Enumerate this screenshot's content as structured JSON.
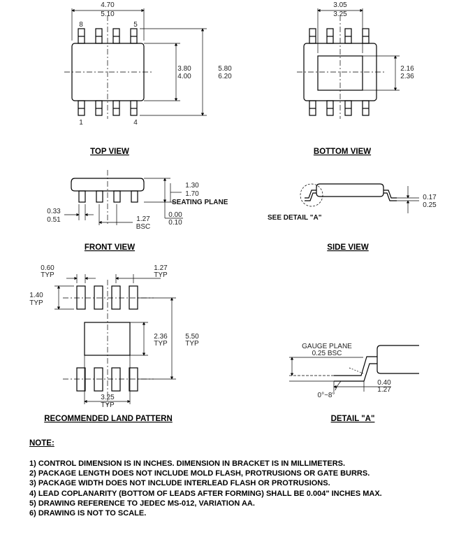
{
  "views": {
    "top_view": "TOP VIEW",
    "bottom_view": "BOTTOM VIEW",
    "front_view": "FRONT VIEW",
    "side_view": "SIDE VIEW",
    "land_pattern": "RECOMMENDED LAND PATTERN",
    "detail_a": "DETAIL \"A\""
  },
  "top_view": {
    "width_min": "4.70",
    "width_max": "5.10",
    "pin_8": "8",
    "pin_5": "5",
    "pin_1": "1",
    "pin_4": "4",
    "body_w_min": "3.80",
    "body_w_max": "4.00",
    "total_w_min": "5.80",
    "total_w_max": "6.20"
  },
  "bottom_view": {
    "pad_w_min": "3.05",
    "pad_w_max": "3.25",
    "pad_h_min": "2.16",
    "pad_h_max": "2.36"
  },
  "front_view": {
    "height_min": "1.30",
    "height_max": "1.70",
    "seating_plane": "SEATING PLANE",
    "lead_w_min": "0.33",
    "lead_w_max": "0.51",
    "pitch": "1.27",
    "pitch_note": "BSC",
    "standoff_min": "0.00",
    "standoff_max": "0.10"
  },
  "side_view": {
    "thick_min": "0.17",
    "thick_max": "0.25",
    "see_detail": "SEE DETAIL \"A\""
  },
  "land_pattern": {
    "pad_w": "0.60",
    "pad_w_note": "TYP",
    "pitch": "1.27",
    "pitch_note": "TYP",
    "pad_h": "1.40",
    "pad_h_note": "TYP",
    "center_h": "2.36",
    "center_h_note": "TYP",
    "span": "5.50",
    "span_note": "TYP",
    "center_w": "3.25",
    "center_w_note": "TYP"
  },
  "detail_a": {
    "gauge_plane": "GAUGE PLANE",
    "gauge_value": "0.25 BSC",
    "foot_min": "0.40",
    "foot_max": "1.27",
    "angle": "0°~8°"
  },
  "notes": {
    "heading": "NOTE:",
    "items": [
      "1) CONTROL DIMENSION IS IN INCHES.  DIMENSION IN BRACKET IS IN MILLIMETERS.",
      "2) PACKAGE LENGTH DOES NOT INCLUDE MOLD FLASH, PROTRUSIONS OR GATE BURRS.",
      "3) PACKAGE WIDTH DOES NOT INCLUDE INTERLEAD FLASH OR PROTRUSIONS.",
      "4) LEAD COPLANARITY (BOTTOM OF LEADS AFTER FORMING) SHALL BE 0.004\" INCHES MAX.",
      "5) DRAWING REFERENCE TO JEDEC MS-012, VARIATION AA.",
      "6) DRAWING IS NOT TO SCALE."
    ]
  }
}
